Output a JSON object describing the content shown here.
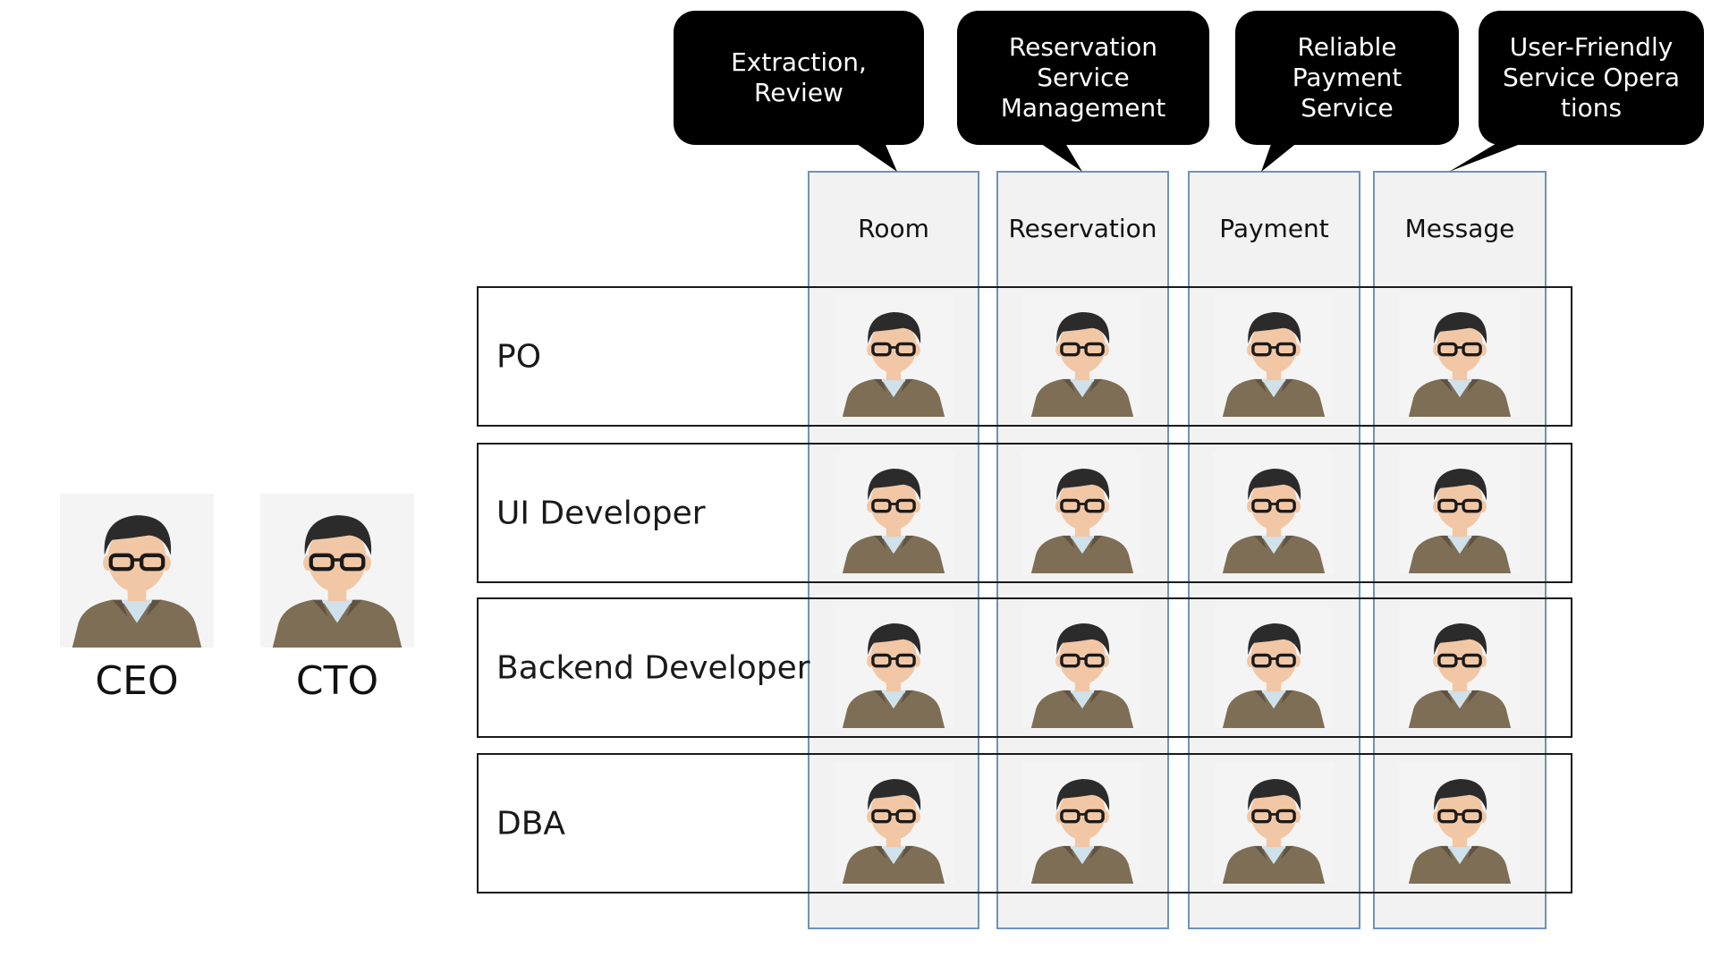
{
  "executives": [
    {
      "label": "CEO"
    },
    {
      "label": "CTO"
    }
  ],
  "columns": [
    {
      "label": "Room",
      "bubble": "Extraction,\nReview"
    },
    {
      "label": "Reservation",
      "bubble": "Reservation\nService\nManagement"
    },
    {
      "label": "Payment",
      "bubble": "Reliable\nPayment\nService"
    },
    {
      "label": "Message",
      "bubble": "User-Friendly\nService Opera\ntions"
    }
  ],
  "rows": [
    {
      "label": "PO"
    },
    {
      "label": "UI Developer"
    },
    {
      "label": "Backend Developer"
    },
    {
      "label": "DBA"
    }
  ],
  "colors": {
    "bubble": "#000000",
    "column_fill": "#f2f2f2",
    "column_border": "#6e93b8",
    "row_border": "#1a1a1a",
    "jacket": "#7d6e55",
    "shirt": "#cfe2ec",
    "skin": "#f2c7a5",
    "hair": "#2b2b2b"
  },
  "icons": [
    "person-avatar-icon"
  ]
}
